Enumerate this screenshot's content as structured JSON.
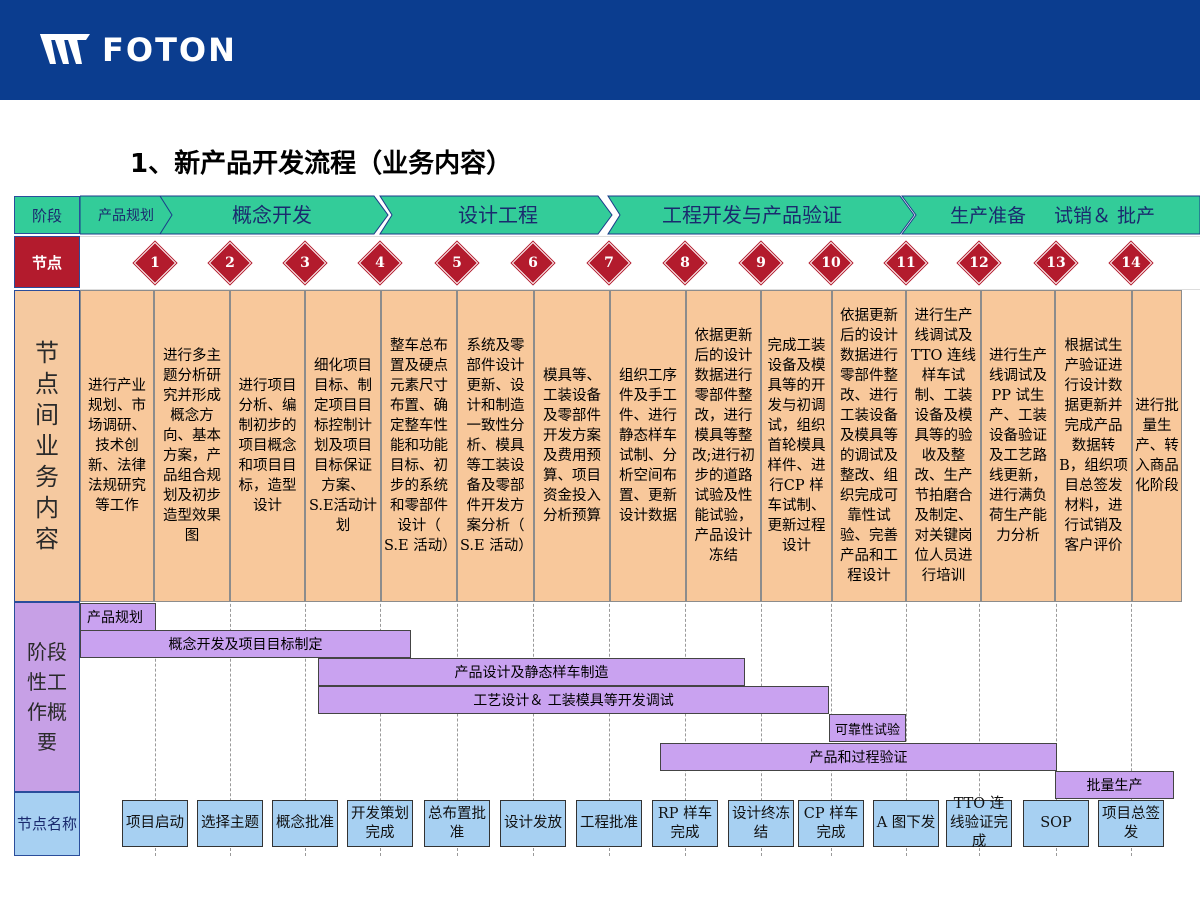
{
  "brand": {
    "logo_text": "FOTON"
  },
  "title": "1、新产品开发流程（业务内容）",
  "labels": {
    "stage": "阶段",
    "node": "节点",
    "content": "节点间业务内容",
    "summary": "阶段性工作概要",
    "node_name": "节点名称"
  },
  "stages": [
    "产品规划",
    "概念开发",
    "设计工程",
    "工程开发与产品验证",
    "生产准备",
    "试销＆ 批产"
  ],
  "nodes": [
    "1",
    "2",
    "3",
    "4",
    "5",
    "6",
    "7",
    "8",
    "9",
    "10",
    "11",
    "12",
    "13",
    "14"
  ],
  "content": [
    "进行产业规划、市场调研、技术创新、法律法规研究等工作",
    "进行多主题分析研究并形成概念方向、基本方案，产品组合规划及初步造型效果图",
    "进行项目分析、编制初步的项目概念和项目目标，造型设计",
    "细化项目目标、制定项目目标控制计划及项目目标保证方案、 S.E活动计划",
    "整车总布置及硬点元素尺寸布置、确定整车性能和功能目标、初步的系统和零部件设计（ S.E 活动）",
    "系统及零部件设计更新、设计和制造一致性分析、模具等工装设备及零部件开发方案分析（ S.E 活动）",
    "模具等、工装设备及零部件开发方案及费用预算、项目资金投入分析预算",
    "组织工序件及手工件、进行静态样车试制、分析空间布置、更新设计数据",
    "依据更新后的设计数据进行零部件整改，进行模具等整改;进行初步的道路试验及性能试验，产品设计冻结",
    "完成工装设备及模具等的开发与初调试，组织首轮模具样件、进行CP 样车试制、更新过程设计",
    "依据更新后的设计数据进行零部件整改、进行工装设备及模具等的调试及整改、组织完成可靠性试验、完善产品和工程设计",
    "进行生产线调试及TTO 连线样车试制、工装设备及模具等的验收及整改、生产节拍磨合及制定、对关键岗位人员进行培训",
    "进行生产线调试及 PP 试生产、工装设备验证及工艺路线更新，进行满负荷生产能力分析",
    "根据试生产验证进行设计数据更新并完成产品数据转 B，组织项目总签发材料，进行试销及客户评价",
    "进行批量生产、转入商品化阶段"
  ],
  "summary_bars": [
    "产品规划",
    "概念开发及项目目标制定",
    "产品设计及静态样车制造",
    "工艺设计＆ 工装模具等开发调试",
    "可靠性试验",
    "产品和过程验证",
    "批量生产"
  ],
  "node_names": [
    "项目启动",
    "选择主题",
    "概念批准",
    "开发策划完成",
    "总布置批准",
    "设计发放",
    "工程批准",
    "RP 样车完成",
    "设计终冻结",
    "CP 样车完成",
    "A 图下发",
    "TTO 连线验证完成",
    "SOP",
    "项目总签发"
  ],
  "colors": {
    "header_bg": "#0b3d8f",
    "stage_bg": "#33cc99",
    "node_diamond": "#b31b2d",
    "content_bg": "#f8c89b",
    "summary_bar": "#c9a2f0",
    "node_name_bg": "#a7d0f2"
  }
}
